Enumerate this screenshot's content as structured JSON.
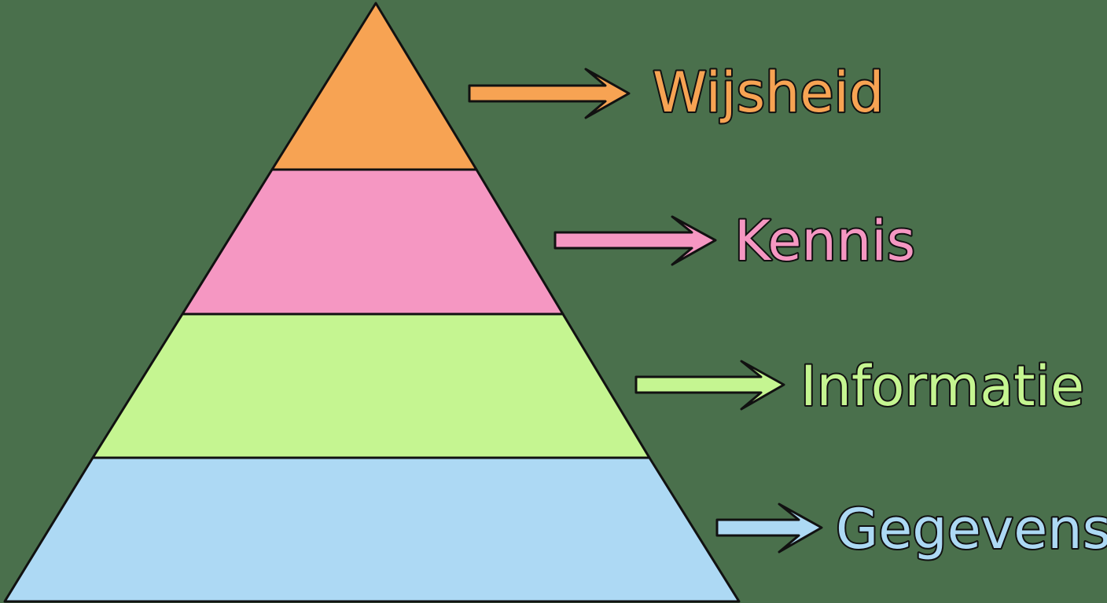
{
  "background": "#4a704c",
  "outline_color": "#111111",
  "layers": [
    {
      "name": "wisdom",
      "label": "Wijsheid",
      "color": "#f7a353"
    },
    {
      "name": "knowledge",
      "label": "Kennis",
      "color": "#f597c2"
    },
    {
      "name": "information",
      "label": "Informatie",
      "color": "#c5f591"
    },
    {
      "name": "data",
      "label": "Gegevens",
      "color": "#add9f4"
    }
  ]
}
